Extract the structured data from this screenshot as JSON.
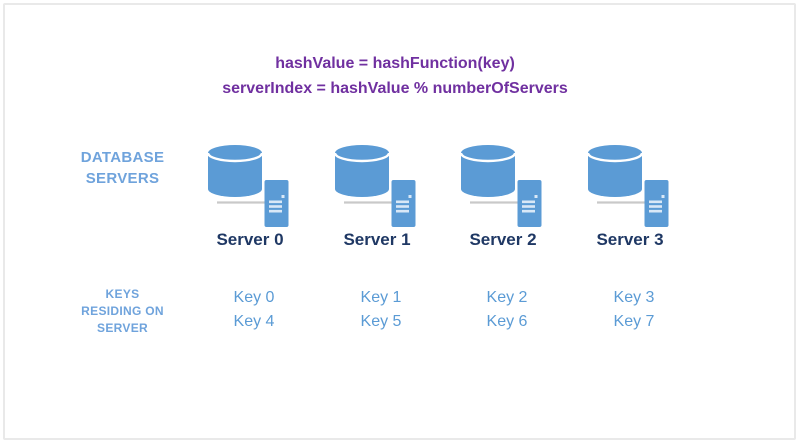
{
  "formula": {
    "line1": "hashValue = hashFunction(key)",
    "line2": "serverIndex = hashValue % numberOfServers"
  },
  "side_labels": {
    "database_servers": [
      "DATABASE",
      "SERVERS"
    ],
    "keys_residing_on_server": [
      "KEYS",
      "RESIDING ON",
      "SERVER"
    ]
  },
  "servers": [
    {
      "name": "Server 0",
      "keys": [
        "Key 0",
        "Key 4"
      ]
    },
    {
      "name": "Server 1",
      "keys": [
        "Key 1",
        "Key 5"
      ]
    },
    {
      "name": "Server 2",
      "keys": [
        "Key 2",
        "Key 6"
      ]
    },
    {
      "name": "Server 3",
      "keys": [
        "Key 3",
        "Key 7"
      ]
    }
  ],
  "icons": {
    "server_icon": "database-cylinder-with-server-tower"
  },
  "colors": {
    "formula_text": "#7030A0",
    "side_label": "#6FA3DC",
    "server_label": "#1F3864",
    "key_text": "#5B9BD5",
    "icon_blue": "#5B9BD5",
    "icon_detail": "#D9E8F7",
    "connector": "#C9C9C9",
    "frame_border": "#E9E9E9",
    "background": "#FFFFFF"
  }
}
